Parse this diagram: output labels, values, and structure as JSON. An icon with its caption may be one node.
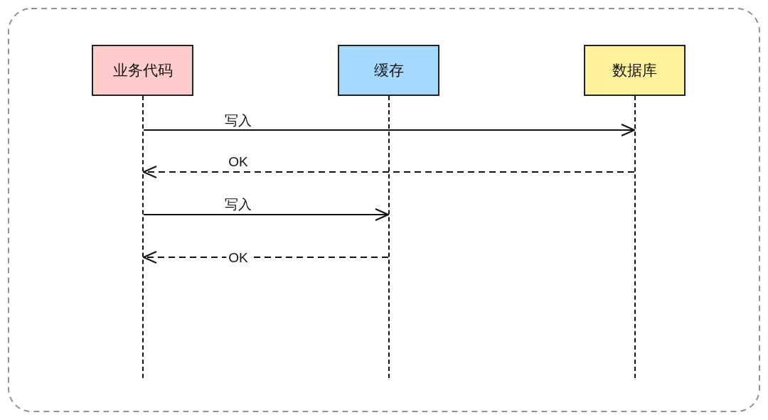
{
  "diagram": {
    "nodes": [
      {
        "text": [
          "业务代码"
        ]
      },
      {
        "text": [
          "缓存"
        ]
      },
      {
        "text": [
          "数据库"
        ]
      },
      {
        "text": [],
        "shape": "line"
      },
      {
        "text": [],
        "shape": "line"
      },
      {
        "text": [],
        "shape": "line"
      }
    ],
    "edges": [
      {
        "from": 3,
        "to": 5,
        "arrow": "to",
        "label": "写入"
      },
      {
        "from": 5,
        "to": 3,
        "arrow": "to",
        "label": "OK",
        "style": "dashed"
      },
      {
        "from": 3,
        "to": 4,
        "arrow": "to",
        "label": "写入"
      },
      {
        "from": 4,
        "to": 3,
        "arrow": "to",
        "label": "OK",
        "style": "dashed"
      }
    ]
  }
}
